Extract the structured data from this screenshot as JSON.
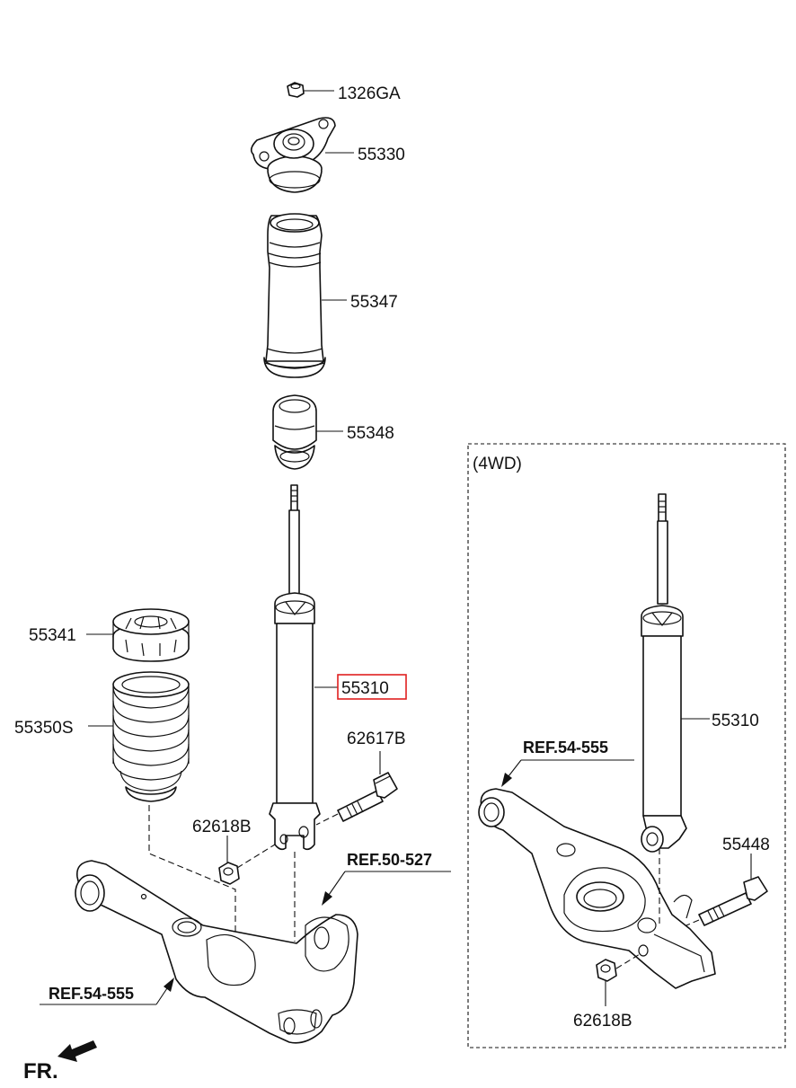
{
  "labels": {
    "p1326ga": "1326GA",
    "p55330": "55330",
    "p55347": "55347",
    "p55348": "55348",
    "p55341": "55341",
    "p55350s": "55350S",
    "p55310_main": "55310",
    "p62617b": "62617B",
    "p62618b_main": "62618B",
    "ref50527": "REF.50-527",
    "ref54555_main": "REF.54-555",
    "fr": "FR."
  },
  "inset": {
    "title": "(4WD)",
    "p55310": "55310",
    "ref54555": "REF.54-555",
    "p55448": "55448",
    "p62618b": "62618B"
  },
  "highlight": {
    "part": "55310",
    "color": "#e02020"
  }
}
